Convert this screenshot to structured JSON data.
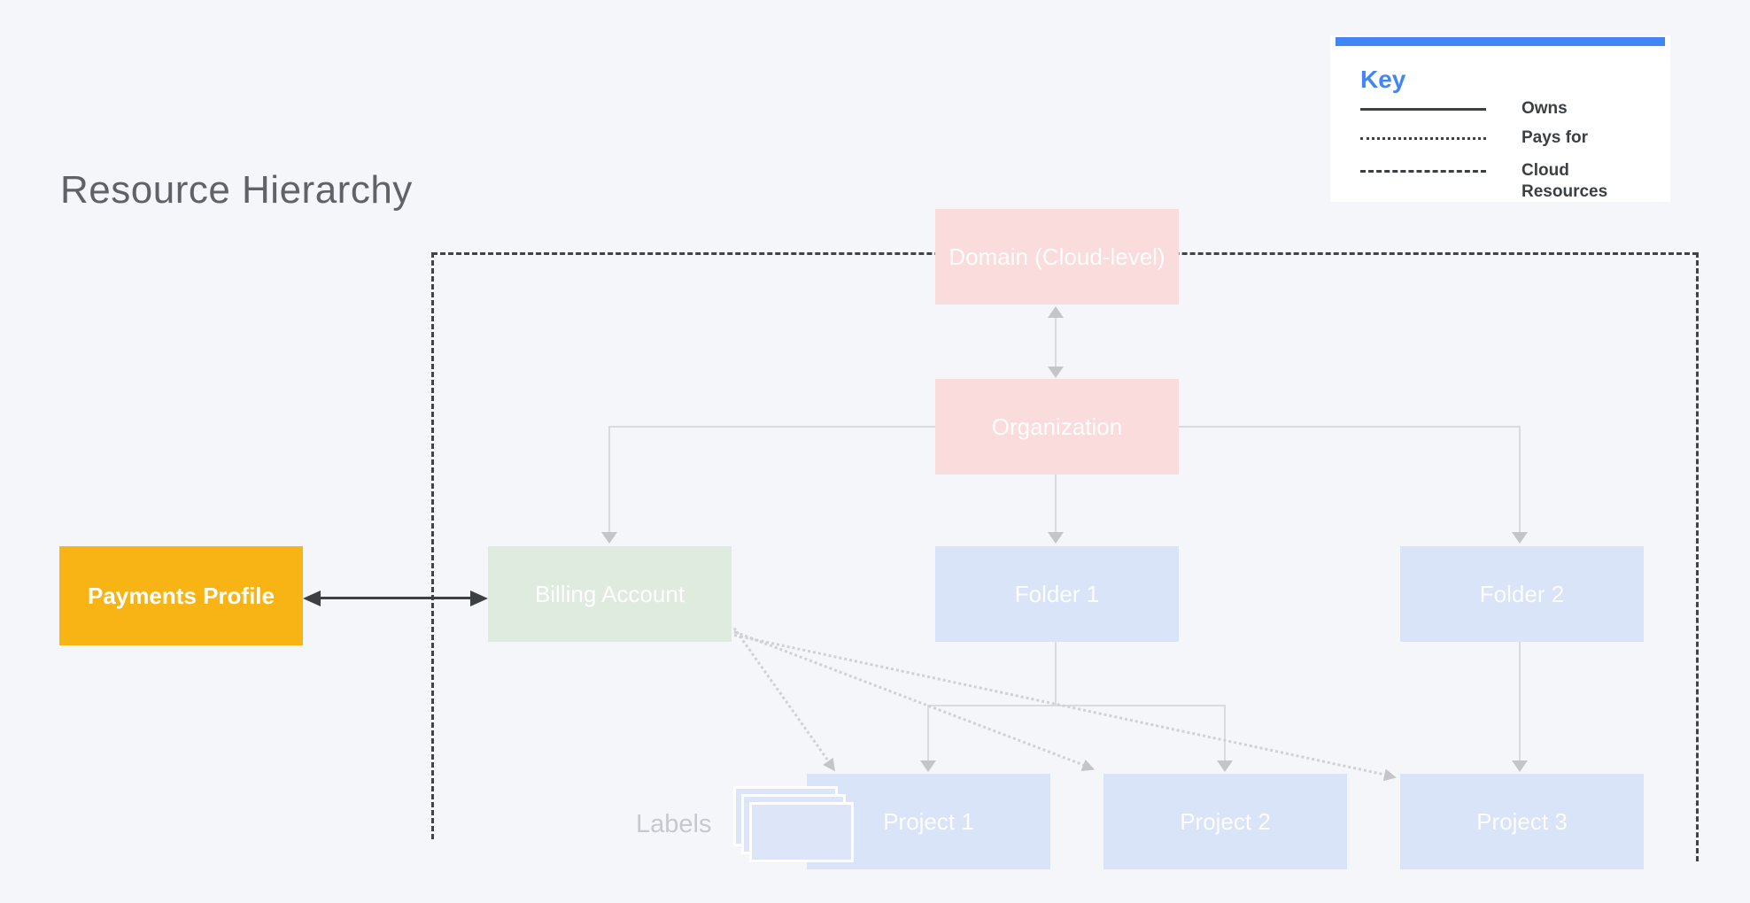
{
  "title": "Resource Hierarchy",
  "key": {
    "title": "Key",
    "items": [
      {
        "label": "Owns",
        "line_style": "solid"
      },
      {
        "label": "Pays for",
        "line_style": "dotted"
      },
      {
        "label": "Cloud Resources",
        "line_style": "dashed"
      }
    ]
  },
  "nodes": {
    "domain": {
      "label": "Domain (Cloud-level)",
      "color": "#F9DCDB"
    },
    "organization": {
      "label": "Organization",
      "color": "#F9DCDB"
    },
    "payments_profile": {
      "label": "Payments Profile",
      "color": "#F7B414"
    },
    "billing_account": {
      "label": "Billing Account",
      "color": "#DFEBDF"
    },
    "folder_1": {
      "label": "Folder 1",
      "color": "#D9E4F8"
    },
    "folder_2": {
      "label": "Folder 2",
      "color": "#D9E4F8"
    },
    "project_1": {
      "label": "Project 1",
      "color": "#D9E4F8"
    },
    "project_2": {
      "label": "Project 2",
      "color": "#D9E4F8"
    },
    "project_3": {
      "label": "Project 3",
      "color": "#D9E4F8"
    }
  },
  "labels_caption": "Labels",
  "colors": {
    "background": "#F4F6FA",
    "legend_accent": "#4285F4",
    "dark_line": "#3C4043",
    "faded_line": "#D9DBDE",
    "faded_arrow": "#C3C5C8"
  }
}
